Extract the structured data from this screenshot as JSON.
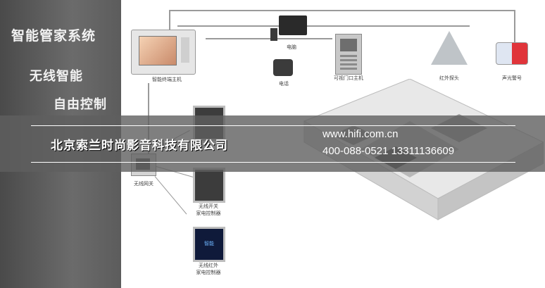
{
  "left_panel": {
    "title": "智能管家系统",
    "line2": "无线智能",
    "line3": "自由控制"
  },
  "devices": {
    "main_unit": "智能终端主机",
    "computer": "电脑",
    "phone": "电话",
    "door_unit": "可视门口主机",
    "ir_sensor": "红外探头",
    "alarm": "声光警号",
    "gateway": "无线网关",
    "switch1_line1": "无线开关",
    "switch1_line2": "家电控制器",
    "ir_line1": "无线红外",
    "ir_line2": "家电控制器",
    "remote_text": "智能"
  },
  "banner": {
    "company": "北京索兰时尚影音科技有限公司",
    "website": "www.hifi.com.cn",
    "phones": "400-088-0521  13311136609"
  },
  "colors": {
    "left_panel": "#5c5c5c",
    "banner": "#5f5f5f",
    "text": "#ffffff"
  }
}
